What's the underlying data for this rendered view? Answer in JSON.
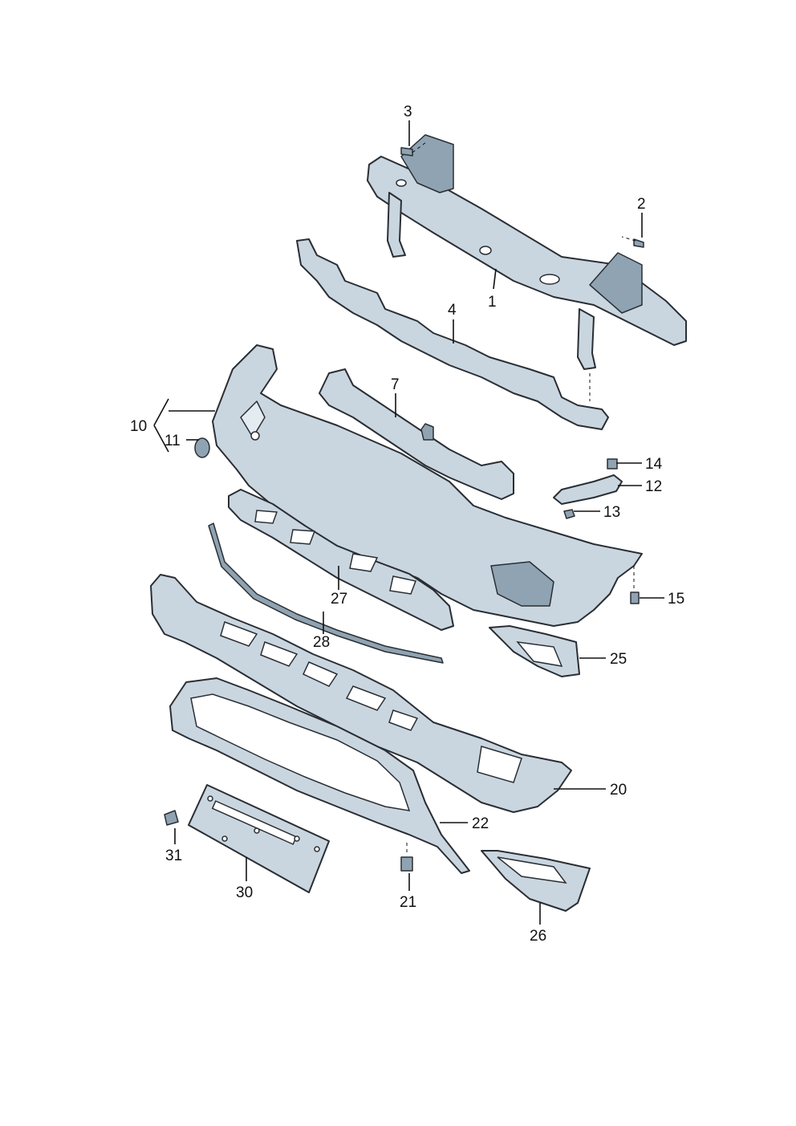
{
  "diagram": {
    "background": "#ffffff",
    "part_fill": "#c9d6e0",
    "outline_color": "#2a2e33",
    "callouts": {
      "c1": "1",
      "c2": "2",
      "c3": "3",
      "c4": "4",
      "c7": "7",
      "c10": "10",
      "c11": "11",
      "c12": "12",
      "c13": "13",
      "c14": "14",
      "c15": "15",
      "c20": "20",
      "c21": "21",
      "c22": "22",
      "c25": "25",
      "c26": "26",
      "c27": "27",
      "c28": "28",
      "c30": "30",
      "c31": "31"
    }
  }
}
